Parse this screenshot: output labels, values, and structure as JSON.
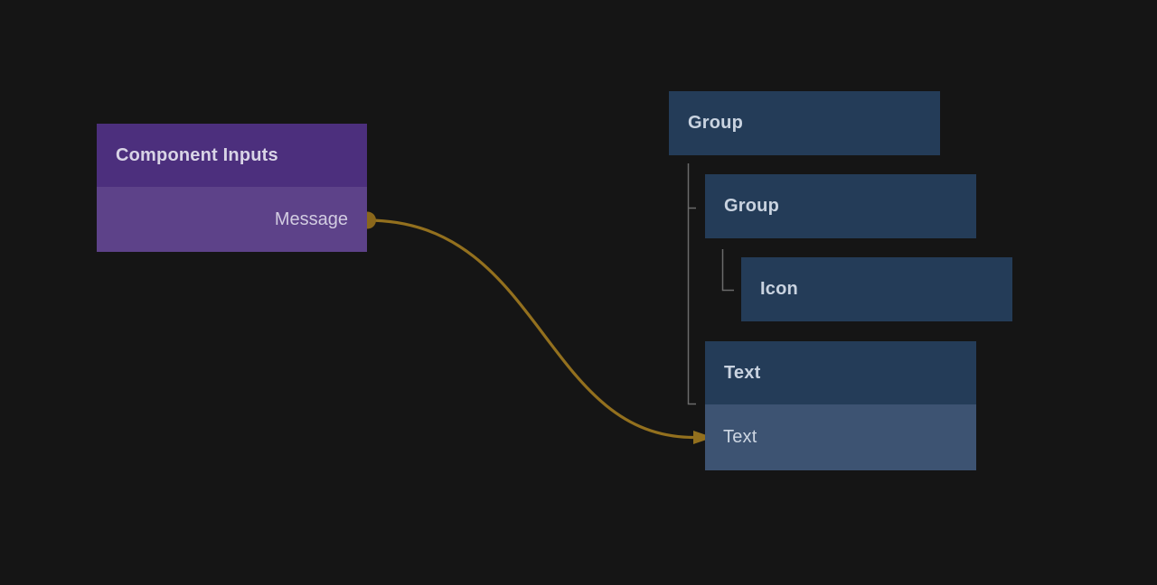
{
  "canvas": {
    "background_color": "#151515"
  },
  "component_inputs_node": {
    "title": "Component Inputs",
    "output_port": {
      "label": "Message"
    },
    "colors": {
      "header": "#4c2f7d",
      "body": "#5d4289",
      "port": "#8a671b"
    }
  },
  "layer_tree": {
    "nodes": [
      {
        "id": "group-1",
        "label": "Group",
        "depth": 0
      },
      {
        "id": "group-2",
        "label": "Group",
        "depth": 1
      },
      {
        "id": "icon",
        "label": "Icon",
        "depth": 2
      },
      {
        "id": "text",
        "label": "Text",
        "depth": 1
      }
    ],
    "text_node_input_row": {
      "label": "Text",
      "highlighted": true
    },
    "colors": {
      "node": "#243c58",
      "highlighted_row": "#3d5372",
      "connector_line": "#6b6b6b"
    }
  },
  "connection": {
    "from": "Message",
    "to": "Text",
    "color": "#93701e"
  }
}
